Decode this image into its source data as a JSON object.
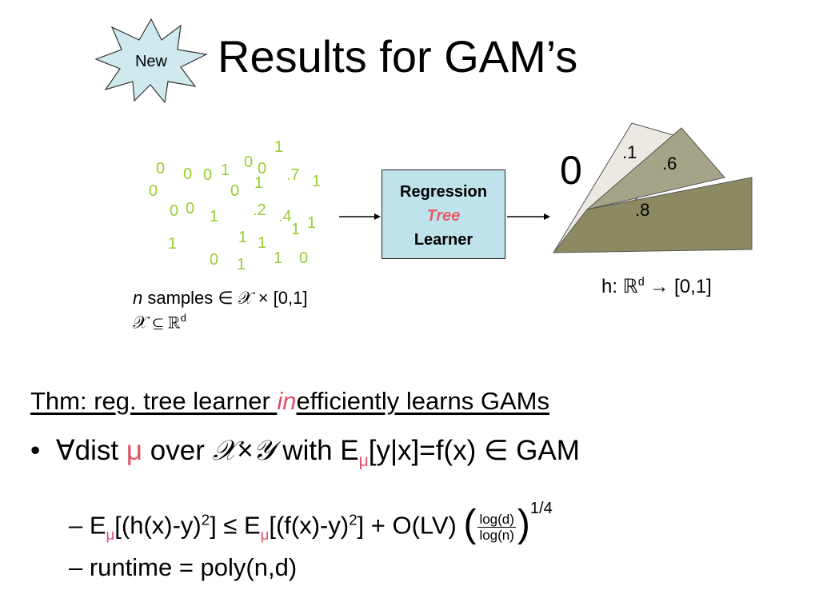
{
  "slide": {
    "title": "Results for GAM’s",
    "badge": "New"
  },
  "scatter_labels": [
    "1",
    "0",
    "0",
    "0",
    "1",
    "0",
    "0",
    "0",
    "1",
    "0",
    ".7",
    "1",
    "0",
    "0",
    "1",
    ".2",
    ".4",
    "1",
    "1",
    "1",
    "1",
    "1",
    "0",
    "1",
    "1",
    "0",
    "1"
  ],
  "learner": {
    "line1": "Regression",
    "line2": "Tree",
    "line3": "Learner"
  },
  "sample_caption": {
    "n": "n",
    "samples": " samples ",
    "rest": "∈ 𝒳 × [0,1]",
    "line2": "𝒳 ⊆ ℝ",
    "line2_sup": "d"
  },
  "tree_output": {
    "big_zero": "0",
    "v1": ".1",
    "v2": ".6",
    "v3": ".8",
    "mapping_prefix": "h: ℝ",
    "mapping_sup": "d",
    "mapping_rest": " → [0,1]"
  },
  "theorem": {
    "part1": "Thm: reg. tree learner ",
    "part2": "in",
    "part3": "efficiently learns GAMs"
  },
  "bullet1": {
    "dot": "•",
    "forall": "∀",
    "dist": "dist ",
    "mu": "μ",
    "over": " over ",
    "xy": "𝒳×𝒴",
    "with": " with E",
    "mu2": "μ",
    "rest": "[y|x]=f(x) ∈ GAM"
  },
  "sub1": {
    "dash": "– ",
    "e1": "E",
    "mu1": "μ",
    "a": "[(h(x)-y)",
    "sq1": "2",
    "b": "] ≤ E",
    "mu2": "μ",
    "c": "[(f(x)-y)",
    "sq2": "2",
    "d": "] + O(LV) ",
    "lparen": "(",
    "num": "log(d)",
    "den": "log(n)",
    "rparen": ")",
    "exp": "1/4"
  },
  "sub2": {
    "text": "– runtime = poly(n,d)"
  },
  "colors": {
    "label_green": "#9ACD32",
    "box_fill": "#bfe3ea",
    "accent_red": "#e0506a",
    "tree_dark": "#8c8a62",
    "tree_mid": "#a5a388",
    "tree_light": "#ebe9e2",
    "badge_fill": "#cfe9ee"
  }
}
